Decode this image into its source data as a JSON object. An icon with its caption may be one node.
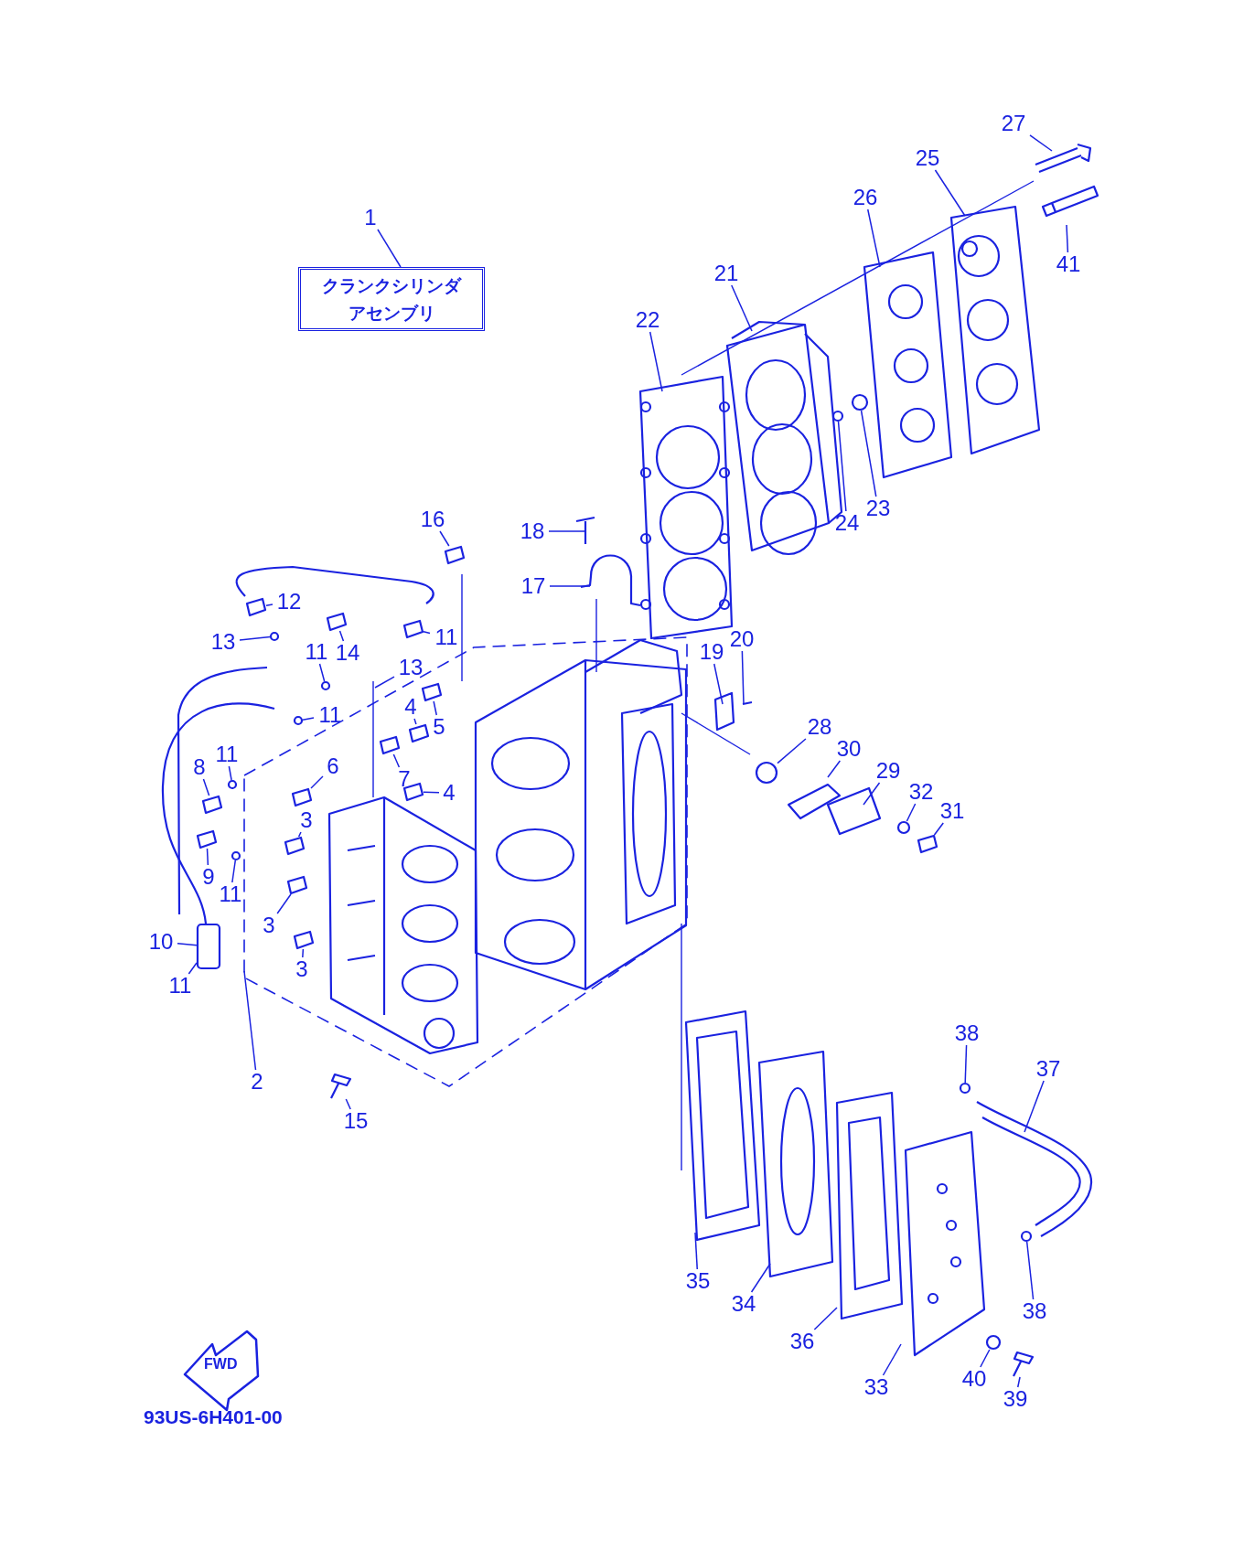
{
  "diagram": {
    "nodes": [
      {
        "text": [
          "クランクシリンダアセンブリ"
        ]
      },
      {
        "text": [
          "1"
        ]
      },
      {
        "text": [
          "2"
        ]
      },
      {
        "text": [
          "3"
        ]
      },
      {
        "text": [
          "3"
        ]
      },
      {
        "text": [
          "3"
        ]
      },
      {
        "text": [
          "4"
        ]
      },
      {
        "text": [
          "4"
        ]
      },
      {
        "text": [
          "5"
        ]
      },
      {
        "text": [
          "6"
        ]
      },
      {
        "text": [
          "7"
        ]
      },
      {
        "text": [
          "8"
        ]
      },
      {
        "text": [
          "9"
        ]
      },
      {
        "text": [
          "10"
        ]
      },
      {
        "text": [
          "11"
        ]
      },
      {
        "text": [
          "11"
        ]
      },
      {
        "text": [
          "11"
        ]
      },
      {
        "text": [
          "11"
        ]
      },
      {
        "text": [
          "11"
        ]
      },
      {
        "text": [
          "11"
        ]
      },
      {
        "text": [
          "12"
        ]
      },
      {
        "text": [
          "13"
        ]
      },
      {
        "text": [
          "13"
        ]
      },
      {
        "text": [
          "14"
        ]
      },
      {
        "text": [
          "15"
        ]
      },
      {
        "text": [
          "16"
        ]
      },
      {
        "text": [
          "17"
        ]
      },
      {
        "text": [
          "18"
        ]
      },
      {
        "text": [
          "19"
        ]
      },
      {
        "text": [
          "20"
        ]
      },
      {
        "text": [
          "21"
        ]
      },
      {
        "text": [
          "22"
        ]
      },
      {
        "text": [
          "23"
        ]
      },
      {
        "text": [
          "24"
        ]
      },
      {
        "text": [
          "25"
        ]
      },
      {
        "text": [
          "26"
        ]
      },
      {
        "text": [
          "27"
        ]
      },
      {
        "text": [
          "28"
        ]
      },
      {
        "text": [
          "29"
        ]
      },
      {
        "text": [
          "30"
        ]
      },
      {
        "text": [
          "31"
        ]
      },
      {
        "text": [
          "32"
        ]
      },
      {
        "text": [
          "33"
        ]
      },
      {
        "text": [
          "34"
        ]
      },
      {
        "text": [
          "35"
        ]
      },
      {
        "text": [
          "36"
        ]
      },
      {
        "text": [
          "37"
        ]
      },
      {
        "text": [
          "38"
        ]
      },
      {
        "text": [
          "38"
        ]
      },
      {
        "text": [
          "39"
        ]
      },
      {
        "text": [
          "40"
        ]
      },
      {
        "text": [
          "41"
        ]
      },
      {
        "text": [],
        "shape": "picture"
      },
      {
        "text": [],
        "shape": "picture"
      },
      {
        "text": [],
        "shape": "picture"
      },
      {
        "text": [],
        "shape": "picture"
      },
      {
        "text": [],
        "shape": "picture"
      },
      {
        "text": [],
        "shape": "picture"
      },
      {
        "text": [],
        "shape": "picture"
      },
      {
        "text": [],
        "shape": "picture"
      },
      {
        "text": [],
        "shape": "picture"
      },
      {
        "text": [],
        "shape": "picture"
      },
      {
        "text": [],
        "shape": "picture"
      },
      {
        "text": [],
        "shape": "picture"
      },
      {
        "text": [],
        "shape": "picture"
      },
      {
        "text": [],
        "shape": "picture"
      },
      {
        "text": [],
        "shape": "circle"
      },
      {
        "text": [],
        "shape": "circle"
      },
      {
        "text": [],
        "shape": "circle"
      },
      {
        "text": [],
        "shape": "picture"
      },
      {
        "text": [],
        "shape": "circle"
      },
      {
        "text": [],
        "shape": "circle"
      },
      {
        "text": [],
        "shape": "circle"
      },
      {
        "text": [],
        "shape": "circle"
      },
      {
        "text": [],
        "shape": "picture"
      },
      {
        "text": [],
        "shape": "picture"
      },
      {
        "text": [],
        "shape": "box"
      },
      {
        "text": [],
        "shape": "circle"
      },
      {
        "text": [],
        "shape": "circle"
      },
      {
        "text": [],
        "shape": "circle"
      },
      {
        "text": [],
        "shape": "circle"
      },
      {
        "text": [],
        "shape": "circle"
      }
    ],
    "edges": [
      {
        "from": 1,
        "to": 0,
        "arrow": "none"
      },
      {
        "from": 2,
        "to": null,
        "arrow": "none"
      },
      {
        "from": 3,
        "to": 60,
        "arrow": "none"
      },
      {
        "from": 4,
        "to": 61,
        "arrow": "none"
      },
      {
        "from": 5,
        "to": 62,
        "arrow": "none"
      },
      {
        "from": 6,
        "to": 56,
        "arrow": "none"
      },
      {
        "from": 7,
        "to": 57,
        "arrow": "none"
      },
      {
        "from": 8,
        "to": 55,
        "arrow": "none"
      },
      {
        "from": 9,
        "to": 59,
        "arrow": "none"
      },
      {
        "from": 10,
        "to": 58,
        "arrow": "none"
      },
      {
        "from": 11,
        "to": 63,
        "arrow": "none"
      },
      {
        "from": 12,
        "to": 64,
        "arrow": "none"
      },
      {
        "from": 13,
        "to": 76,
        "arrow": "none"
      },
      {
        "from": 14,
        "to": 54,
        "arrow": "none"
      },
      {
        "from": 15,
        "to": 81,
        "arrow": "none"
      },
      {
        "from": 16,
        "to": 80,
        "arrow": "none"
      },
      {
        "from": 17,
        "to": 79,
        "arrow": "none"
      },
      {
        "from": 18,
        "to": 77,
        "arrow": "none"
      },
      {
        "from": 19,
        "to": 76,
        "arrow": "none"
      },
      {
        "from": 20,
        "to": 52,
        "arrow": "none"
      },
      {
        "from": 21,
        "to": 78,
        "arrow": "none"
      },
      {
        "from": 22,
        "to": null,
        "arrow": "none"
      },
      {
        "from": 23,
        "to": 53,
        "arrow": "none"
      },
      {
        "from": 24,
        "to": 65,
        "arrow": "none"
      },
      {
        "from": 25,
        "to": 75,
        "arrow": "none"
      },
      {
        "from": 26,
        "to": null,
        "arrow": "none"
      },
      {
        "from": 27,
        "to": null,
        "arrow": "none"
      },
      {
        "from": 28,
        "to": null,
        "arrow": "none"
      },
      {
        "from": 29,
        "to": null,
        "arrow": "none"
      },
      {
        "from": 30,
        "to": null,
        "arrow": "none"
      },
      {
        "from": 31,
        "to": null,
        "arrow": "none"
      },
      {
        "from": 32,
        "to": 70,
        "arrow": "none"
      },
      {
        "from": 33,
        "to": 71,
        "arrow": "none"
      },
      {
        "from": 34,
        "to": null,
        "arrow": "none"
      },
      {
        "from": 35,
        "to": null,
        "arrow": "none"
      },
      {
        "from": 36,
        "to": null,
        "arrow": "none"
      },
      {
        "from": 37,
        "to": 67,
        "arrow": "none"
      },
      {
        "from": 38,
        "to": null,
        "arrow": "none"
      },
      {
        "from": 39,
        "to": null,
        "arrow": "none"
      },
      {
        "from": 40,
        "to": 69,
        "arrow": "none"
      },
      {
        "from": 41,
        "to": 68,
        "arrow": "none"
      },
      {
        "from": 42,
        "to": null,
        "arrow": "none"
      },
      {
        "from": 43,
        "to": null,
        "arrow": "none"
      },
      {
        "from": 44,
        "to": null,
        "arrow": "none"
      },
      {
        "from": 45,
        "to": null,
        "arrow": "none"
      },
      {
        "from": 46,
        "to": null,
        "arrow": "none"
      },
      {
        "from": 47,
        "to": 72,
        "arrow": "none"
      },
      {
        "from": 48,
        "to": 73,
        "arrow": "none"
      },
      {
        "from": 49,
        "to": 74,
        "arrow": "none"
      },
      {
        "from": 50,
        "to": 66,
        "arrow": "none"
      },
      {
        "from": 51,
        "to": null,
        "arrow": "none"
      }
    ],
    "labels": [
      "FWD",
      "93US-6H401-00"
    ]
  }
}
